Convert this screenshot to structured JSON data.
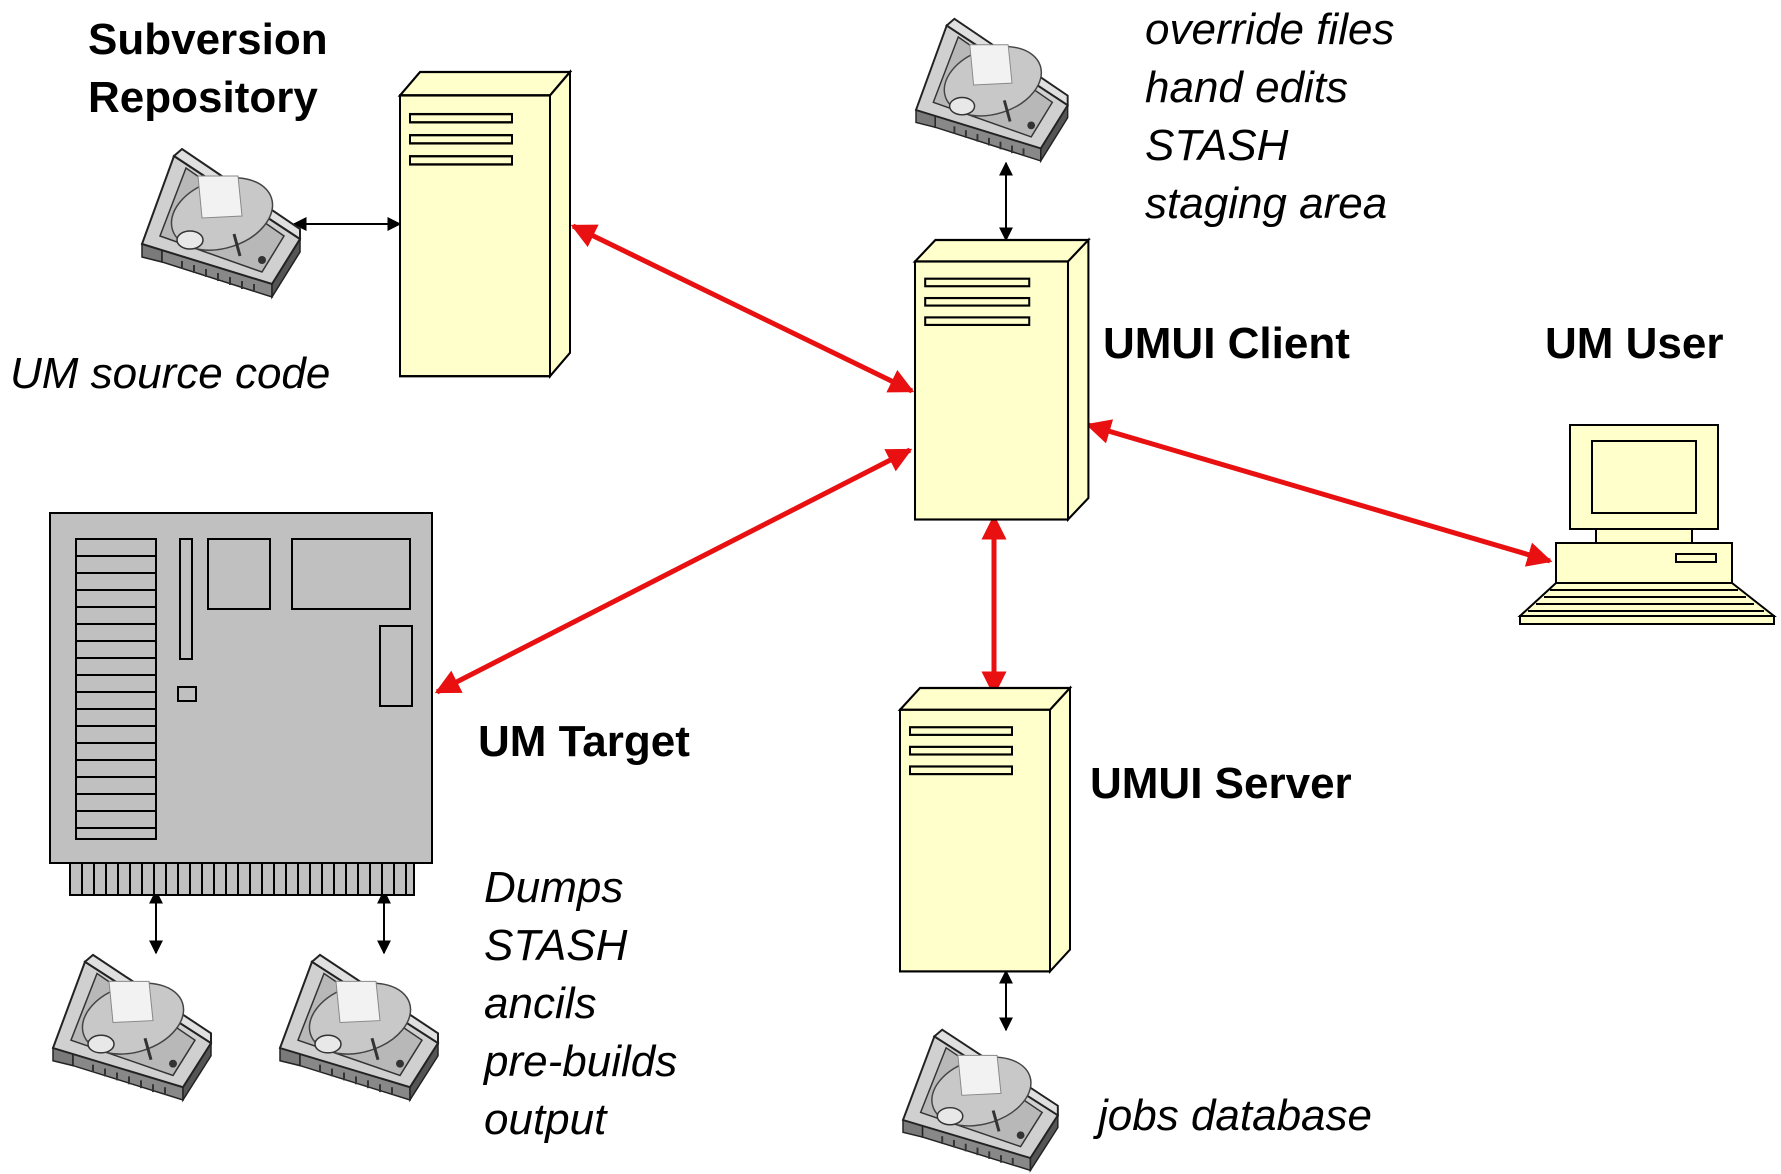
{
  "labels": {
    "subversion_repository": [
      "Subversion",
      "Repository"
    ],
    "um_source_code": "UM source code",
    "umui_client": "UMUI Client",
    "um_user": "UM User",
    "um_target": "UM Target",
    "umui_server": "UMUI Server",
    "client_disk_contents": [
      "override files",
      "hand edits",
      "STASH",
      "staging area"
    ],
    "target_disk_contents": [
      "Dumps",
      "STASH",
      "ancils",
      "pre-builds",
      "output"
    ],
    "jobs_database": "jobs database"
  },
  "colors": {
    "connection_line": "#e81010",
    "disk_link": "#000000",
    "server_fill": "#ffffcc",
    "target_fill": "#c0c0c0",
    "disk_fill": "#b8b8b8"
  },
  "icons": {
    "repository_server": "server-tower-icon",
    "client_server": "server-tower-icon",
    "umui_server": "server-tower-icon",
    "um_target": "supercomputer-icon",
    "um_user": "desktop-computer-icon",
    "disks": "hard-disk-icon"
  }
}
